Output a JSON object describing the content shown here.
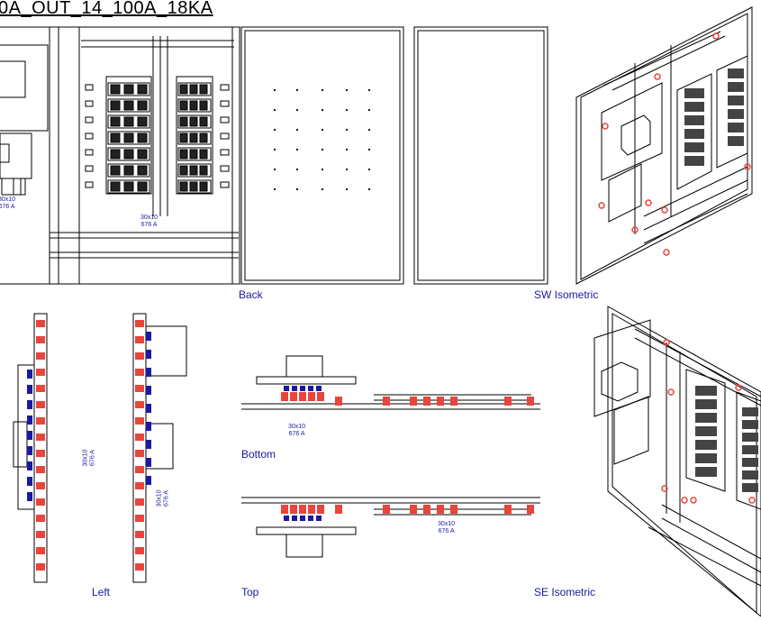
{
  "drawing": {
    "title": "0A_OUT_14_100A_18KA",
    "view_labels": {
      "back": "Back",
      "sw_isometric": "SW Isometric",
      "left": "Left",
      "bottom": "Bottom",
      "top": "Top",
      "se_isometric": "SE Isometric"
    },
    "busbar_note_line1": "30x10",
    "busbar_note_line2": "676 A"
  },
  "colors": {
    "line": "#000000",
    "annotation": "#1a1aa0",
    "highlight": "#e8453c",
    "background": "#ffffff"
  }
}
